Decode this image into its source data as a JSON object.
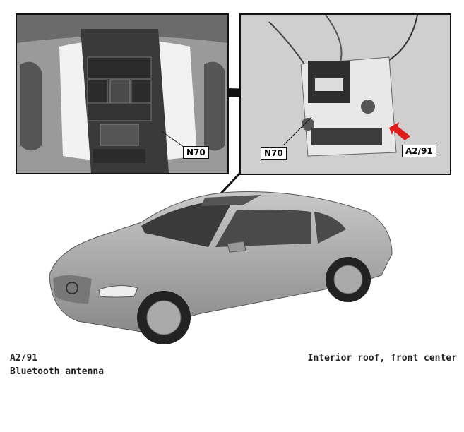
{
  "callouts": {
    "left_panel": "N70",
    "right_panel_n70": "N70",
    "right_panel_a291": "A2/91"
  },
  "caption": {
    "code": "A2/91",
    "component": "Bluetooth antenna",
    "location": "Interior roof, front center"
  },
  "colors": {
    "highlight_arrow": "#e01b1b",
    "frame": "#111111"
  }
}
